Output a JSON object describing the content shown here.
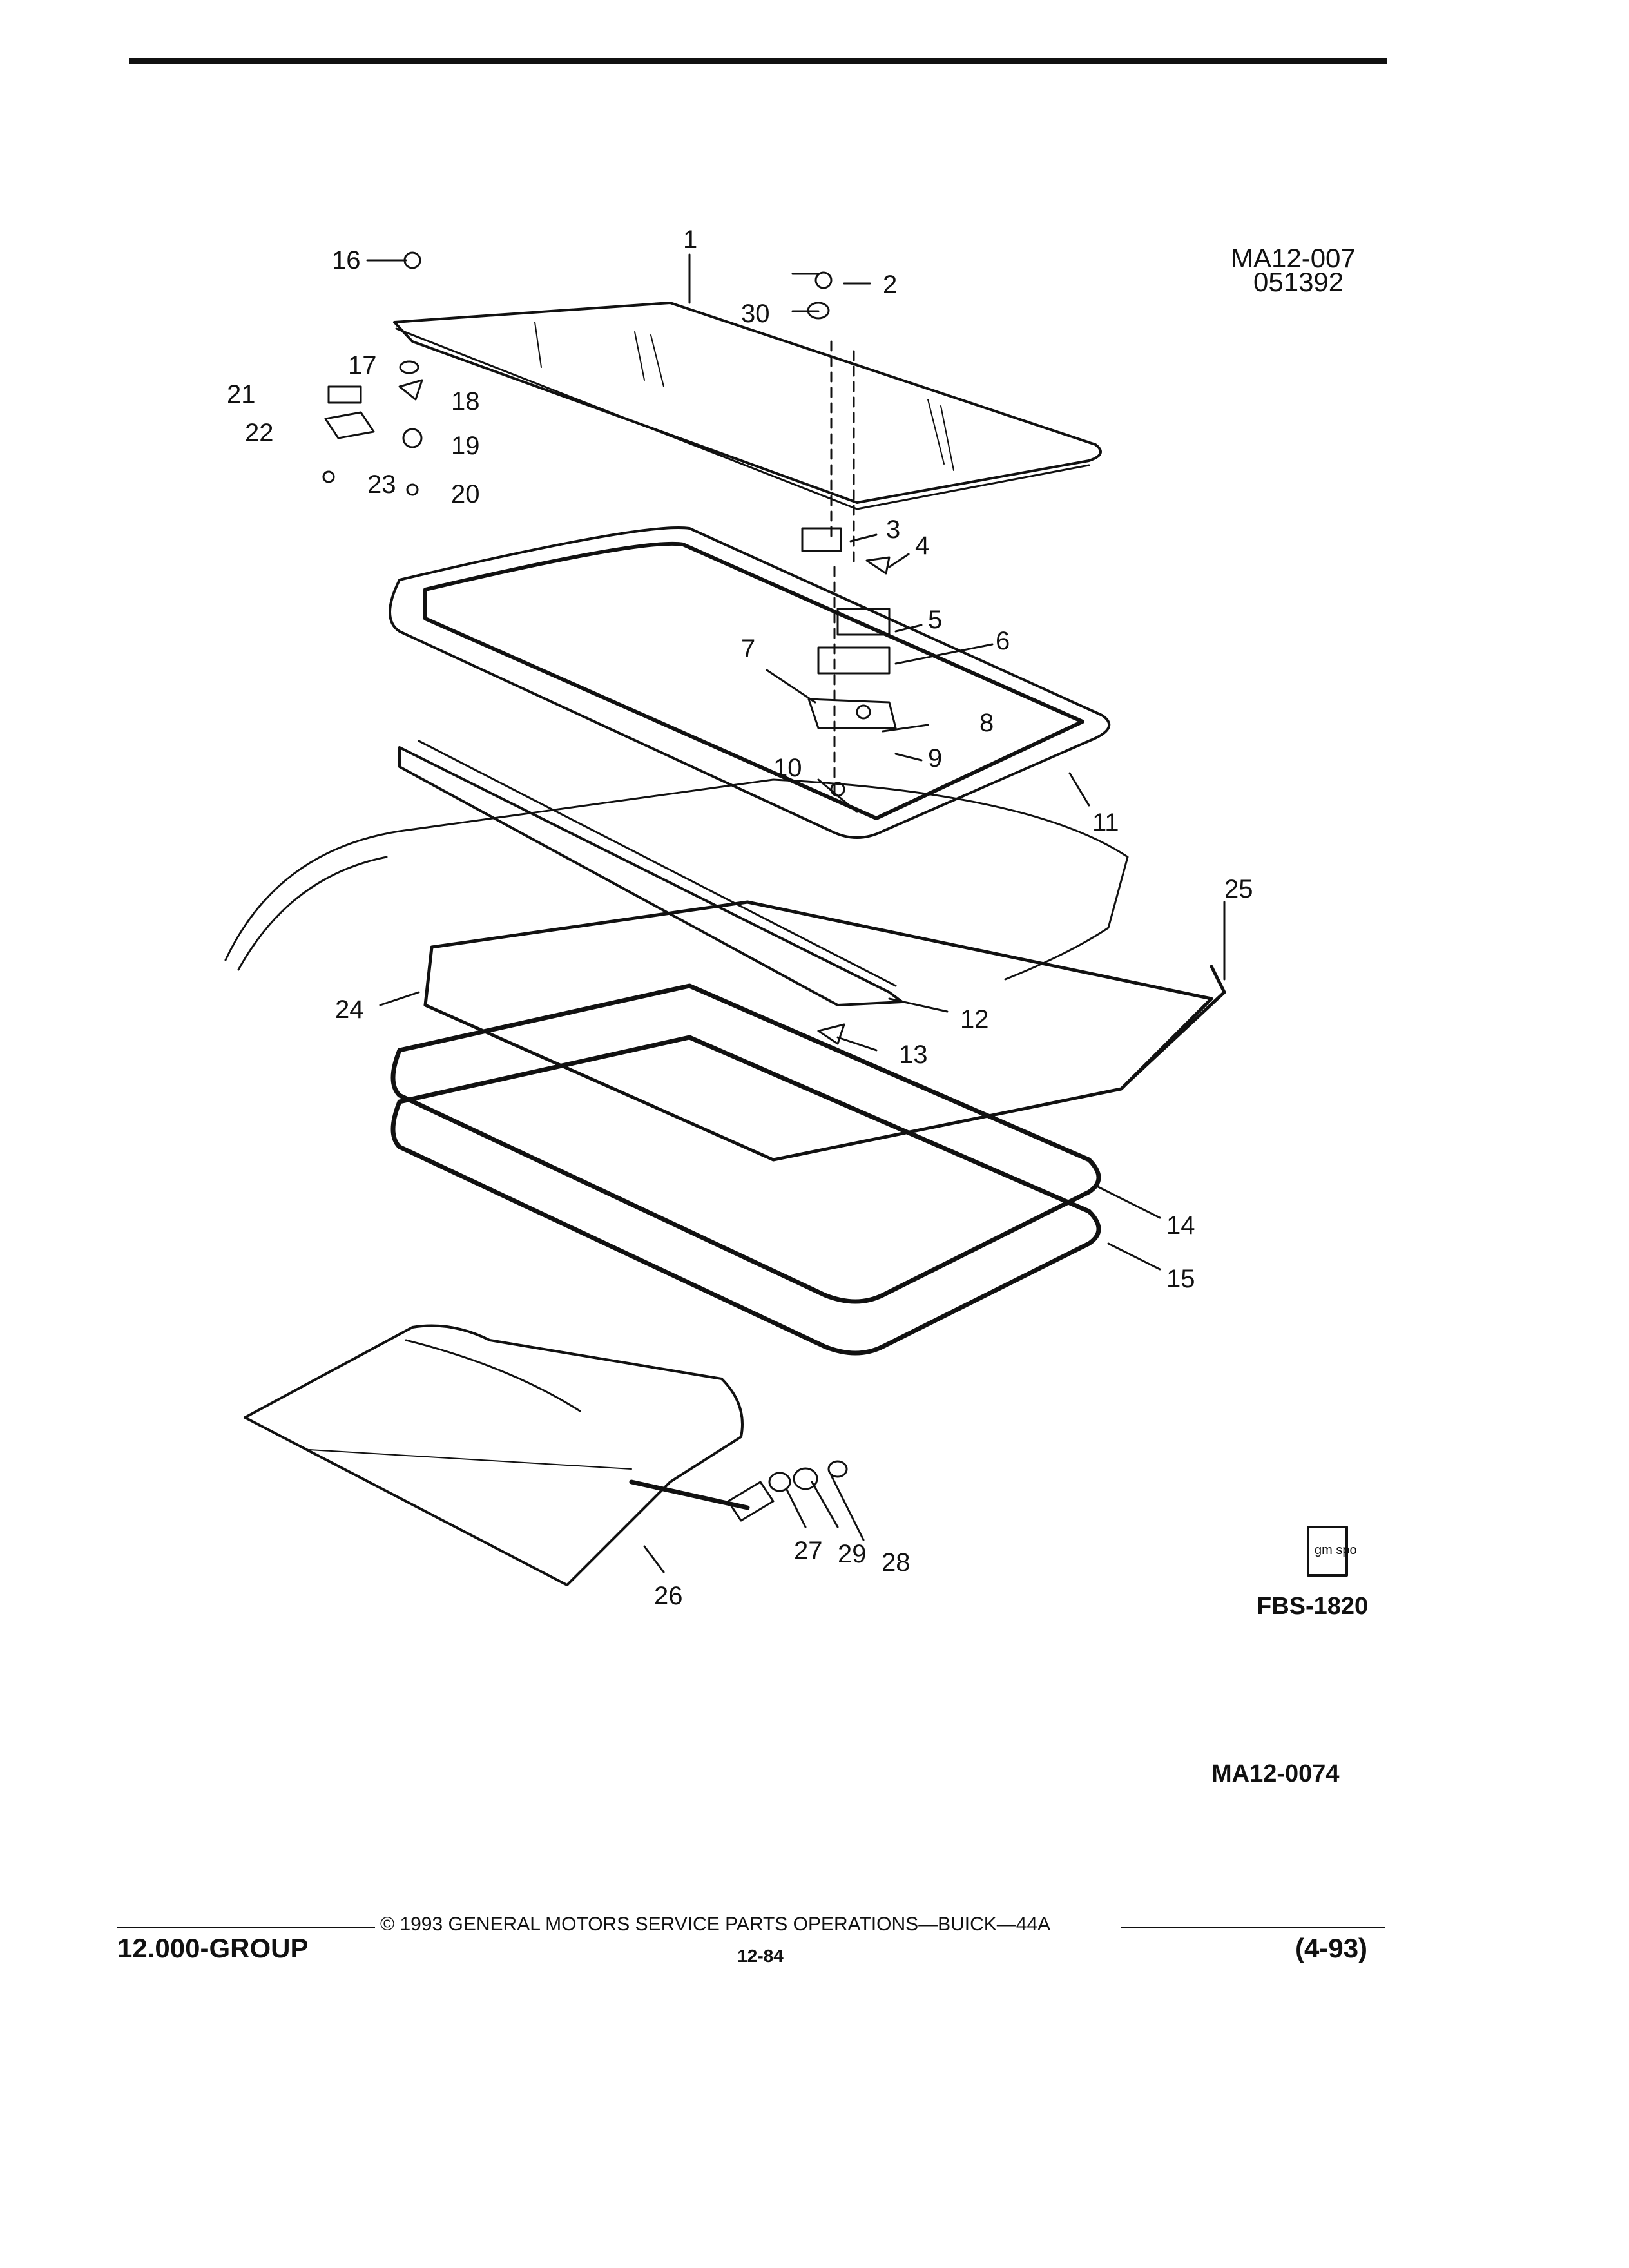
{
  "figure": {
    "ref_code": "MA12-007",
    "ref_number": "051392",
    "logo_text": "gm spo",
    "fbs_code": "FBS-1820",
    "figure_code": "MA12-0074"
  },
  "callouts": [
    "1",
    "2",
    "3",
    "4",
    "5",
    "6",
    "7",
    "8",
    "9",
    "10",
    "11",
    "12",
    "13",
    "14",
    "15",
    "16",
    "17",
    "18",
    "19",
    "20",
    "21",
    "22",
    "23",
    "24",
    "25",
    "26",
    "27",
    "28",
    "29",
    "30"
  ],
  "footer": {
    "group": "12.000-GROUP",
    "copyright": "© 1993 GENERAL MOTORS SERVICE PARTS OPERATIONS—BUICK—44A",
    "page_number": "12-84",
    "revision": "(4-93)"
  }
}
